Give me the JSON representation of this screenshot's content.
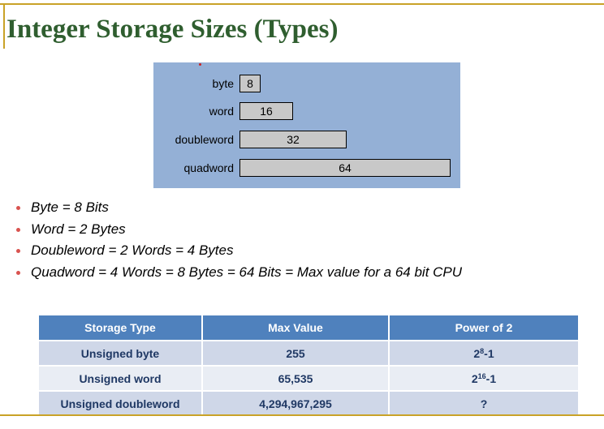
{
  "slide": {
    "title": "Integer Storage Sizes (Types)"
  },
  "diagram": {
    "rows": [
      {
        "label": "byte",
        "bits": "8"
      },
      {
        "label": "word",
        "bits": "16"
      },
      {
        "label": "doubleword",
        "bits": "32"
      },
      {
        "label": "quadword",
        "bits": "64"
      }
    ],
    "background": "#94b0d6",
    "box_color": "#c8c8c8"
  },
  "bullets": [
    "Byte = 8 Bits",
    "Word = 2 Bytes",
    "Doubleword = 2 Words = 4 Bytes",
    "Quadword = 4 Words = 8 Bytes = 64 Bits = Max value for a 64 bit CPU"
  ],
  "table": {
    "headers": [
      "Storage Type",
      "Max Value",
      "Power of 2"
    ],
    "rows": [
      {
        "type": "Unsigned byte",
        "max": "255",
        "pow_base": "2",
        "pow_exp": "8",
        "pow_suffix": "-1"
      },
      {
        "type": "Unsigned word",
        "max": "65,535",
        "pow_base": "2",
        "pow_exp": "16",
        "pow_suffix": "-1"
      },
      {
        "type": "Unsigned doubleword",
        "max": "4,294,967,295",
        "pow_base": "?",
        "pow_exp": "",
        "pow_suffix": ""
      }
    ],
    "header_color": "#4f81bd"
  },
  "colors": {
    "title": "#2f5e2f",
    "rule": "#c9a227",
    "bullet": "#d9534f"
  }
}
